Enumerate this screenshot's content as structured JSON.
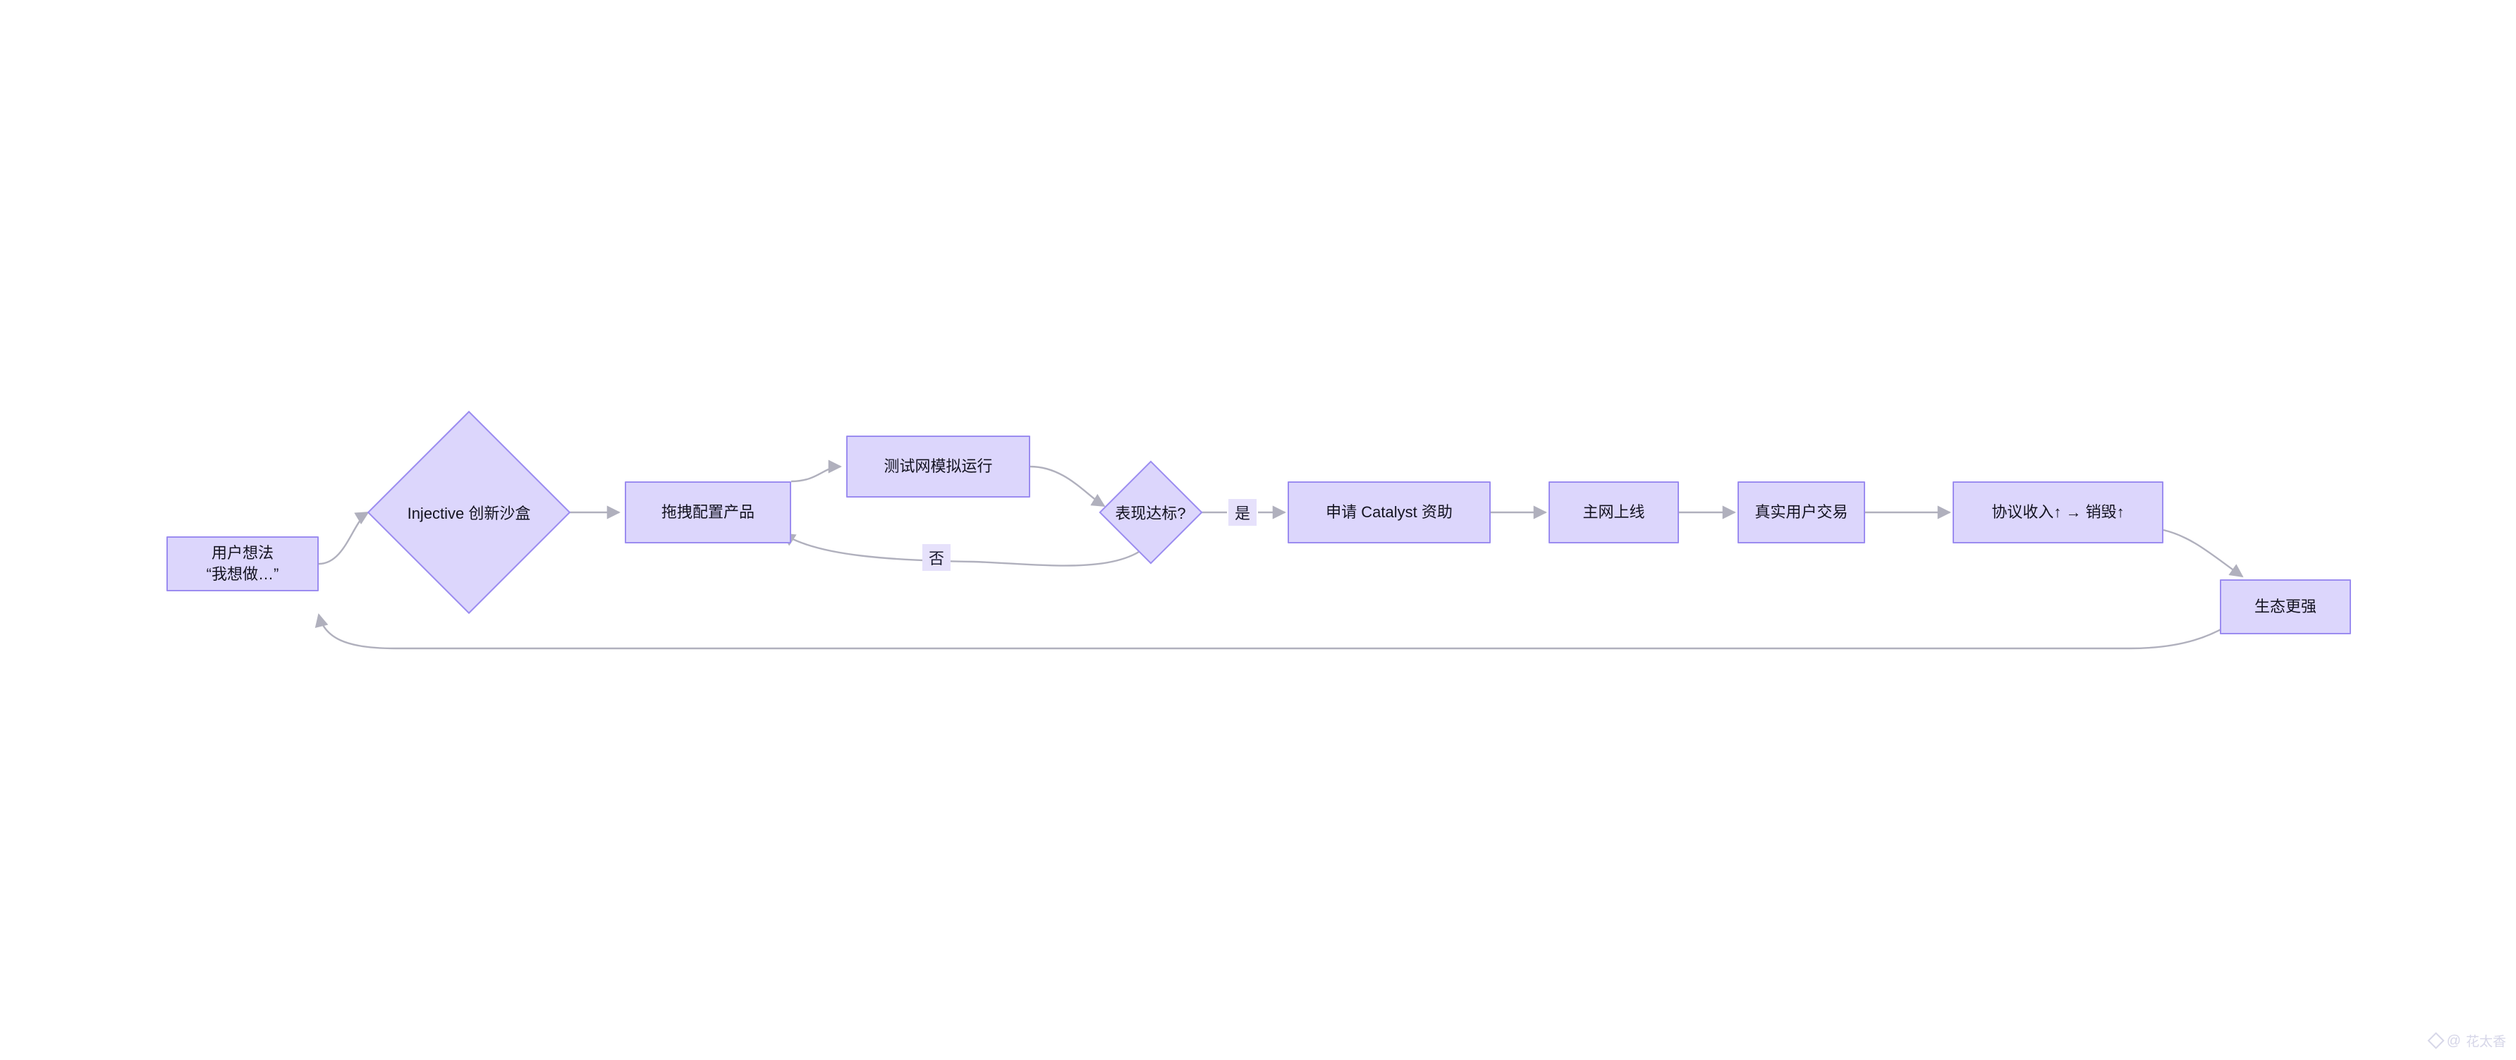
{
  "diagram": {
    "type": "flowchart",
    "direction": "left-to-right",
    "background": "#ffffff",
    "node_fill": "#dcd6fc",
    "node_border": "#9b8cf0",
    "edge_color": "#b0b0bd",
    "text_color": "#131320",
    "edge_label_bg": "#e6e1fb"
  },
  "nodes": [
    {
      "id": "idea",
      "shape": "rect",
      "label": "用户想法\n“我想做…”"
    },
    {
      "id": "sandbox",
      "shape": "diamond",
      "label": "Injective 创新沙盒"
    },
    {
      "id": "configure",
      "shape": "rect",
      "label": "拖拽配置产品"
    },
    {
      "id": "testnet",
      "shape": "rect",
      "label": "测试网模拟运行"
    },
    {
      "id": "decision",
      "shape": "diamond",
      "label": "表现达标?"
    },
    {
      "id": "grant",
      "shape": "rect",
      "label": "申请 Catalyst 资助"
    },
    {
      "id": "mainnet",
      "shape": "rect",
      "label": "主网上线"
    },
    {
      "id": "users",
      "shape": "rect",
      "label": "真实用户交易"
    },
    {
      "id": "revenue",
      "shape": "rect",
      "label": "协议收入↑ → 销毁↑"
    },
    {
      "id": "ecosystem",
      "shape": "rect",
      "label": "生态更强"
    }
  ],
  "edges": [
    {
      "from": "idea",
      "to": "sandbox",
      "label": ""
    },
    {
      "from": "sandbox",
      "to": "configure",
      "label": ""
    },
    {
      "from": "configure",
      "to": "testnet",
      "label": ""
    },
    {
      "from": "testnet",
      "to": "decision",
      "label": ""
    },
    {
      "from": "decision",
      "to": "grant",
      "label": "是"
    },
    {
      "from": "decision",
      "to": "configure",
      "label": "否"
    },
    {
      "from": "grant",
      "to": "mainnet",
      "label": ""
    },
    {
      "from": "mainnet",
      "to": "users",
      "label": ""
    },
    {
      "from": "users",
      "to": "revenue",
      "label": ""
    },
    {
      "from": "revenue",
      "to": "ecosystem",
      "label": ""
    },
    {
      "from": "ecosystem",
      "to": "idea",
      "label": ""
    }
  ],
  "edge_labels": {
    "yes": "是",
    "no": "否"
  },
  "watermark": {
    "at": "@",
    "handle": "花太香"
  }
}
